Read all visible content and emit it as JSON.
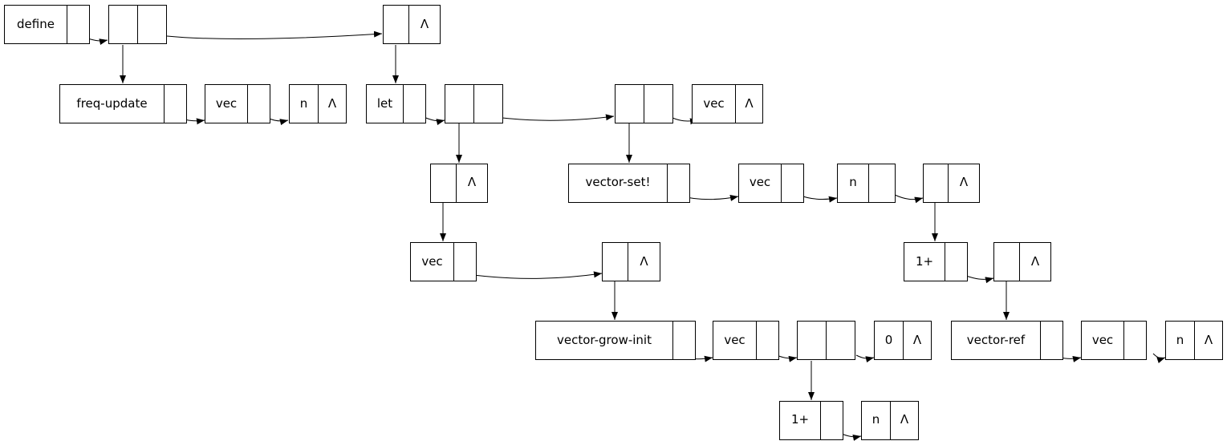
{
  "nil_symbol": "Λ",
  "atoms": {
    "define": "define",
    "freq_update": "freq-update",
    "vec": "vec",
    "n": "n",
    "let": "let",
    "vector_set": "vector-set!",
    "one_plus": "1+",
    "vector_grow_init": "vector-grow-init",
    "zero": "0",
    "vector_ref": "vector-ref"
  },
  "colors": {
    "stroke": "#000000",
    "background": "#ffffff"
  }
}
